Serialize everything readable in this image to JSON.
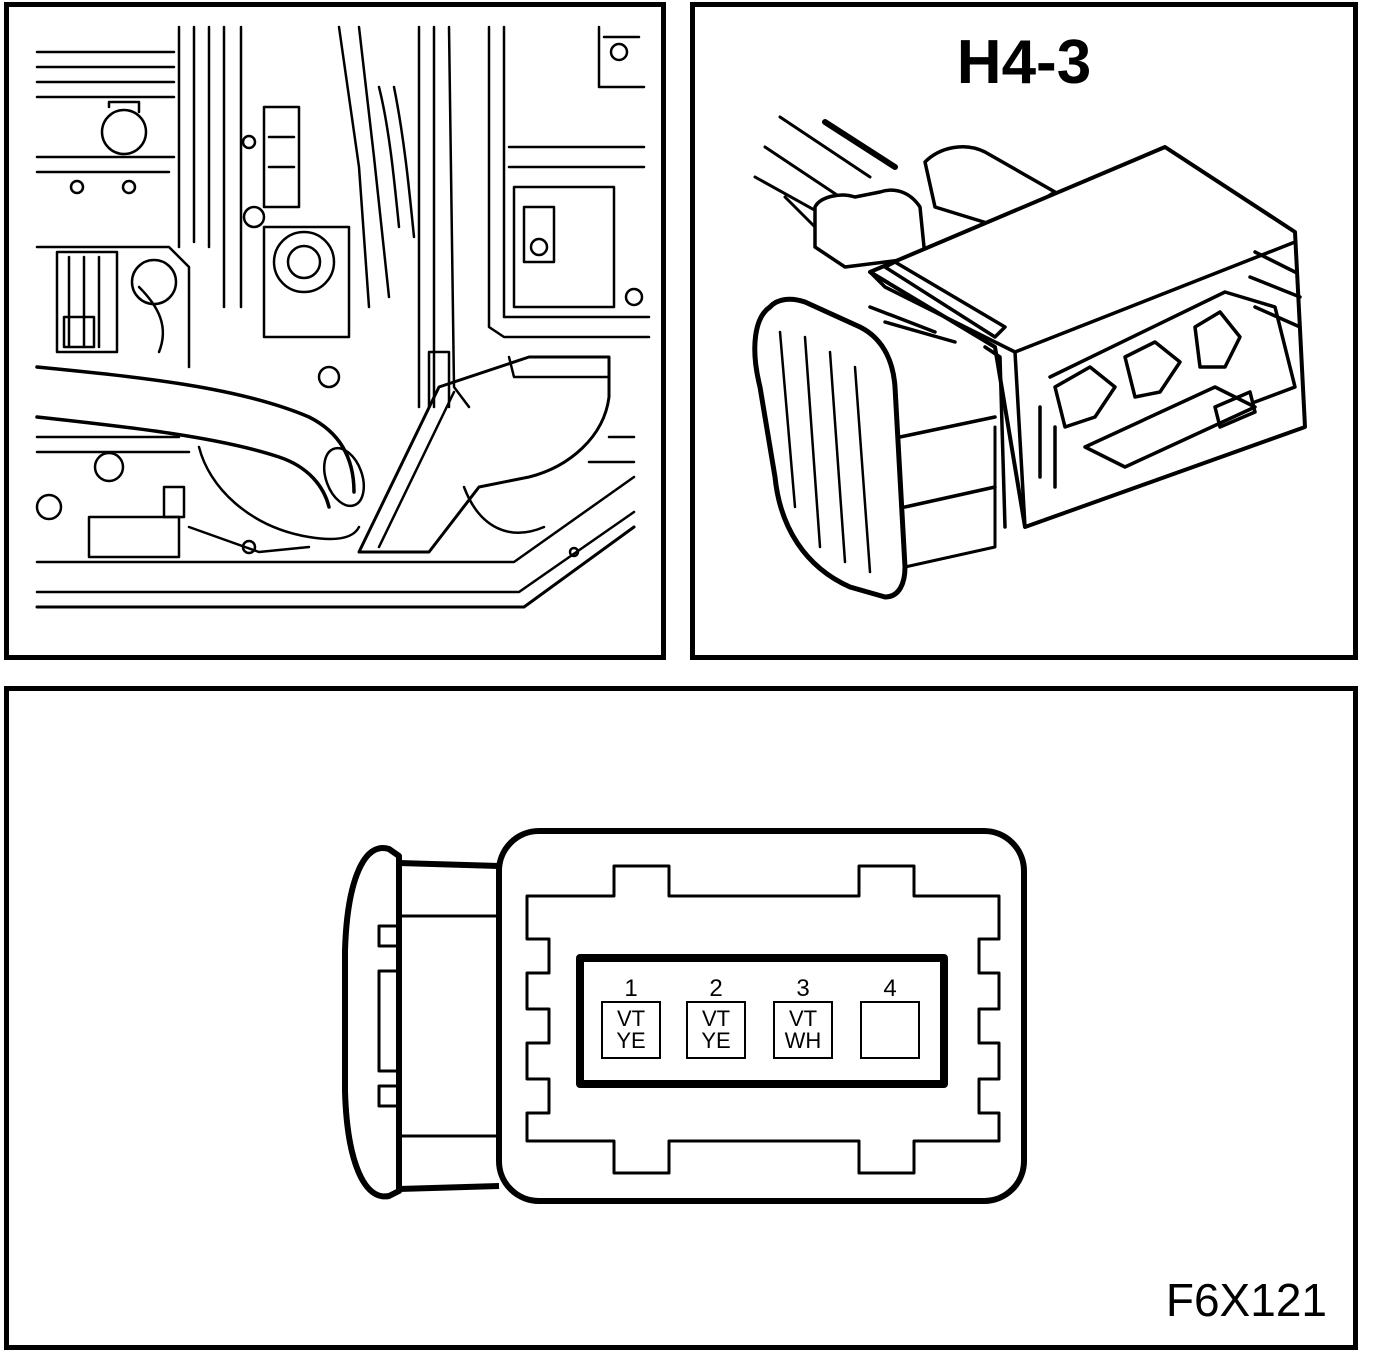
{
  "connector": {
    "title": "H4-3",
    "pins": [
      {
        "number": "1",
        "wire1": "VT",
        "wire2": "YE"
      },
      {
        "number": "2",
        "wire1": "VT",
        "wire2": "YE"
      },
      {
        "number": "3",
        "wire1": "VT",
        "wire2": "WH"
      },
      {
        "number": "4",
        "wire1": "",
        "wire2": ""
      }
    ]
  },
  "figure_id": "F6X121",
  "colors": {
    "line": "#000000",
    "background": "#ffffff"
  }
}
